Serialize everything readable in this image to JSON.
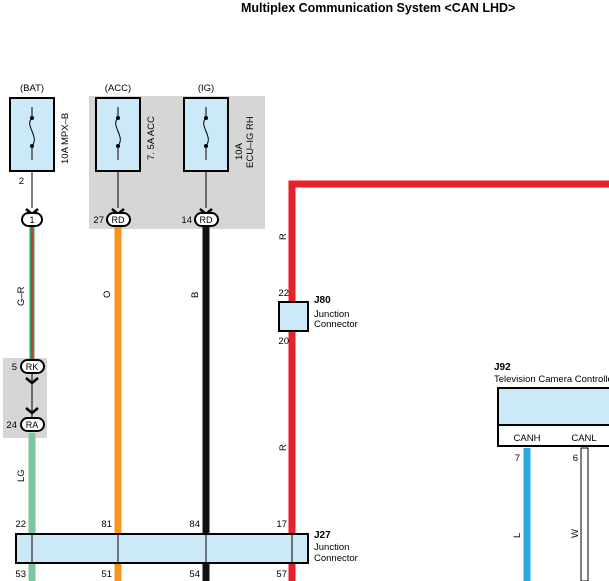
{
  "title": "Multiplex Communication System <CAN LHD>",
  "fuses": [
    {
      "source": "(BAT)",
      "name": "10A MPX–B",
      "pin": "2"
    },
    {
      "source": "(ACC)",
      "name": "7. 5A ACC"
    },
    {
      "source": "(IG)",
      "name_line1": "10A",
      "name_line2": "ECU–IG RH"
    }
  ],
  "connectors": {
    "c1": {
      "pin": "1",
      "label": ""
    },
    "c27": {
      "pin": "27",
      "label": "RD"
    },
    "c14": {
      "pin": "14",
      "label": "RD"
    },
    "c5": {
      "pin": "5",
      "label": "RK"
    },
    "c24": {
      "pin": "24",
      "label": "RA"
    }
  },
  "wire_colors": {
    "gr": "G–R",
    "o": "O",
    "b": "B",
    "r_top": "R",
    "r_mid": "R",
    "lg": "LG",
    "l": "L",
    "w": "W"
  },
  "j80": {
    "id": "J80",
    "line1": "Junction",
    "line2": "Connector",
    "pin_top": "22",
    "pin_bottom": "20"
  },
  "j92": {
    "id": "J92",
    "desc": "Television Camera Controller",
    "canh": "CANH",
    "canl": "CANL",
    "pin_canh": "7",
    "pin_canl": "6"
  },
  "j27": {
    "id": "J27",
    "line1": "Junction",
    "line2": "Connector",
    "pins_top": [
      "22",
      "81",
      "84",
      "17"
    ],
    "pins_bottom": [
      "53",
      "51",
      "54",
      "57"
    ]
  },
  "colors": {
    "red": "#e8202a",
    "orange": "#f7941d",
    "black": "#111111",
    "light_green": "#7cc6a0",
    "blue": "#29a8e0",
    "fill": "#cce9f7",
    "gray": "#d6d6d6"
  }
}
